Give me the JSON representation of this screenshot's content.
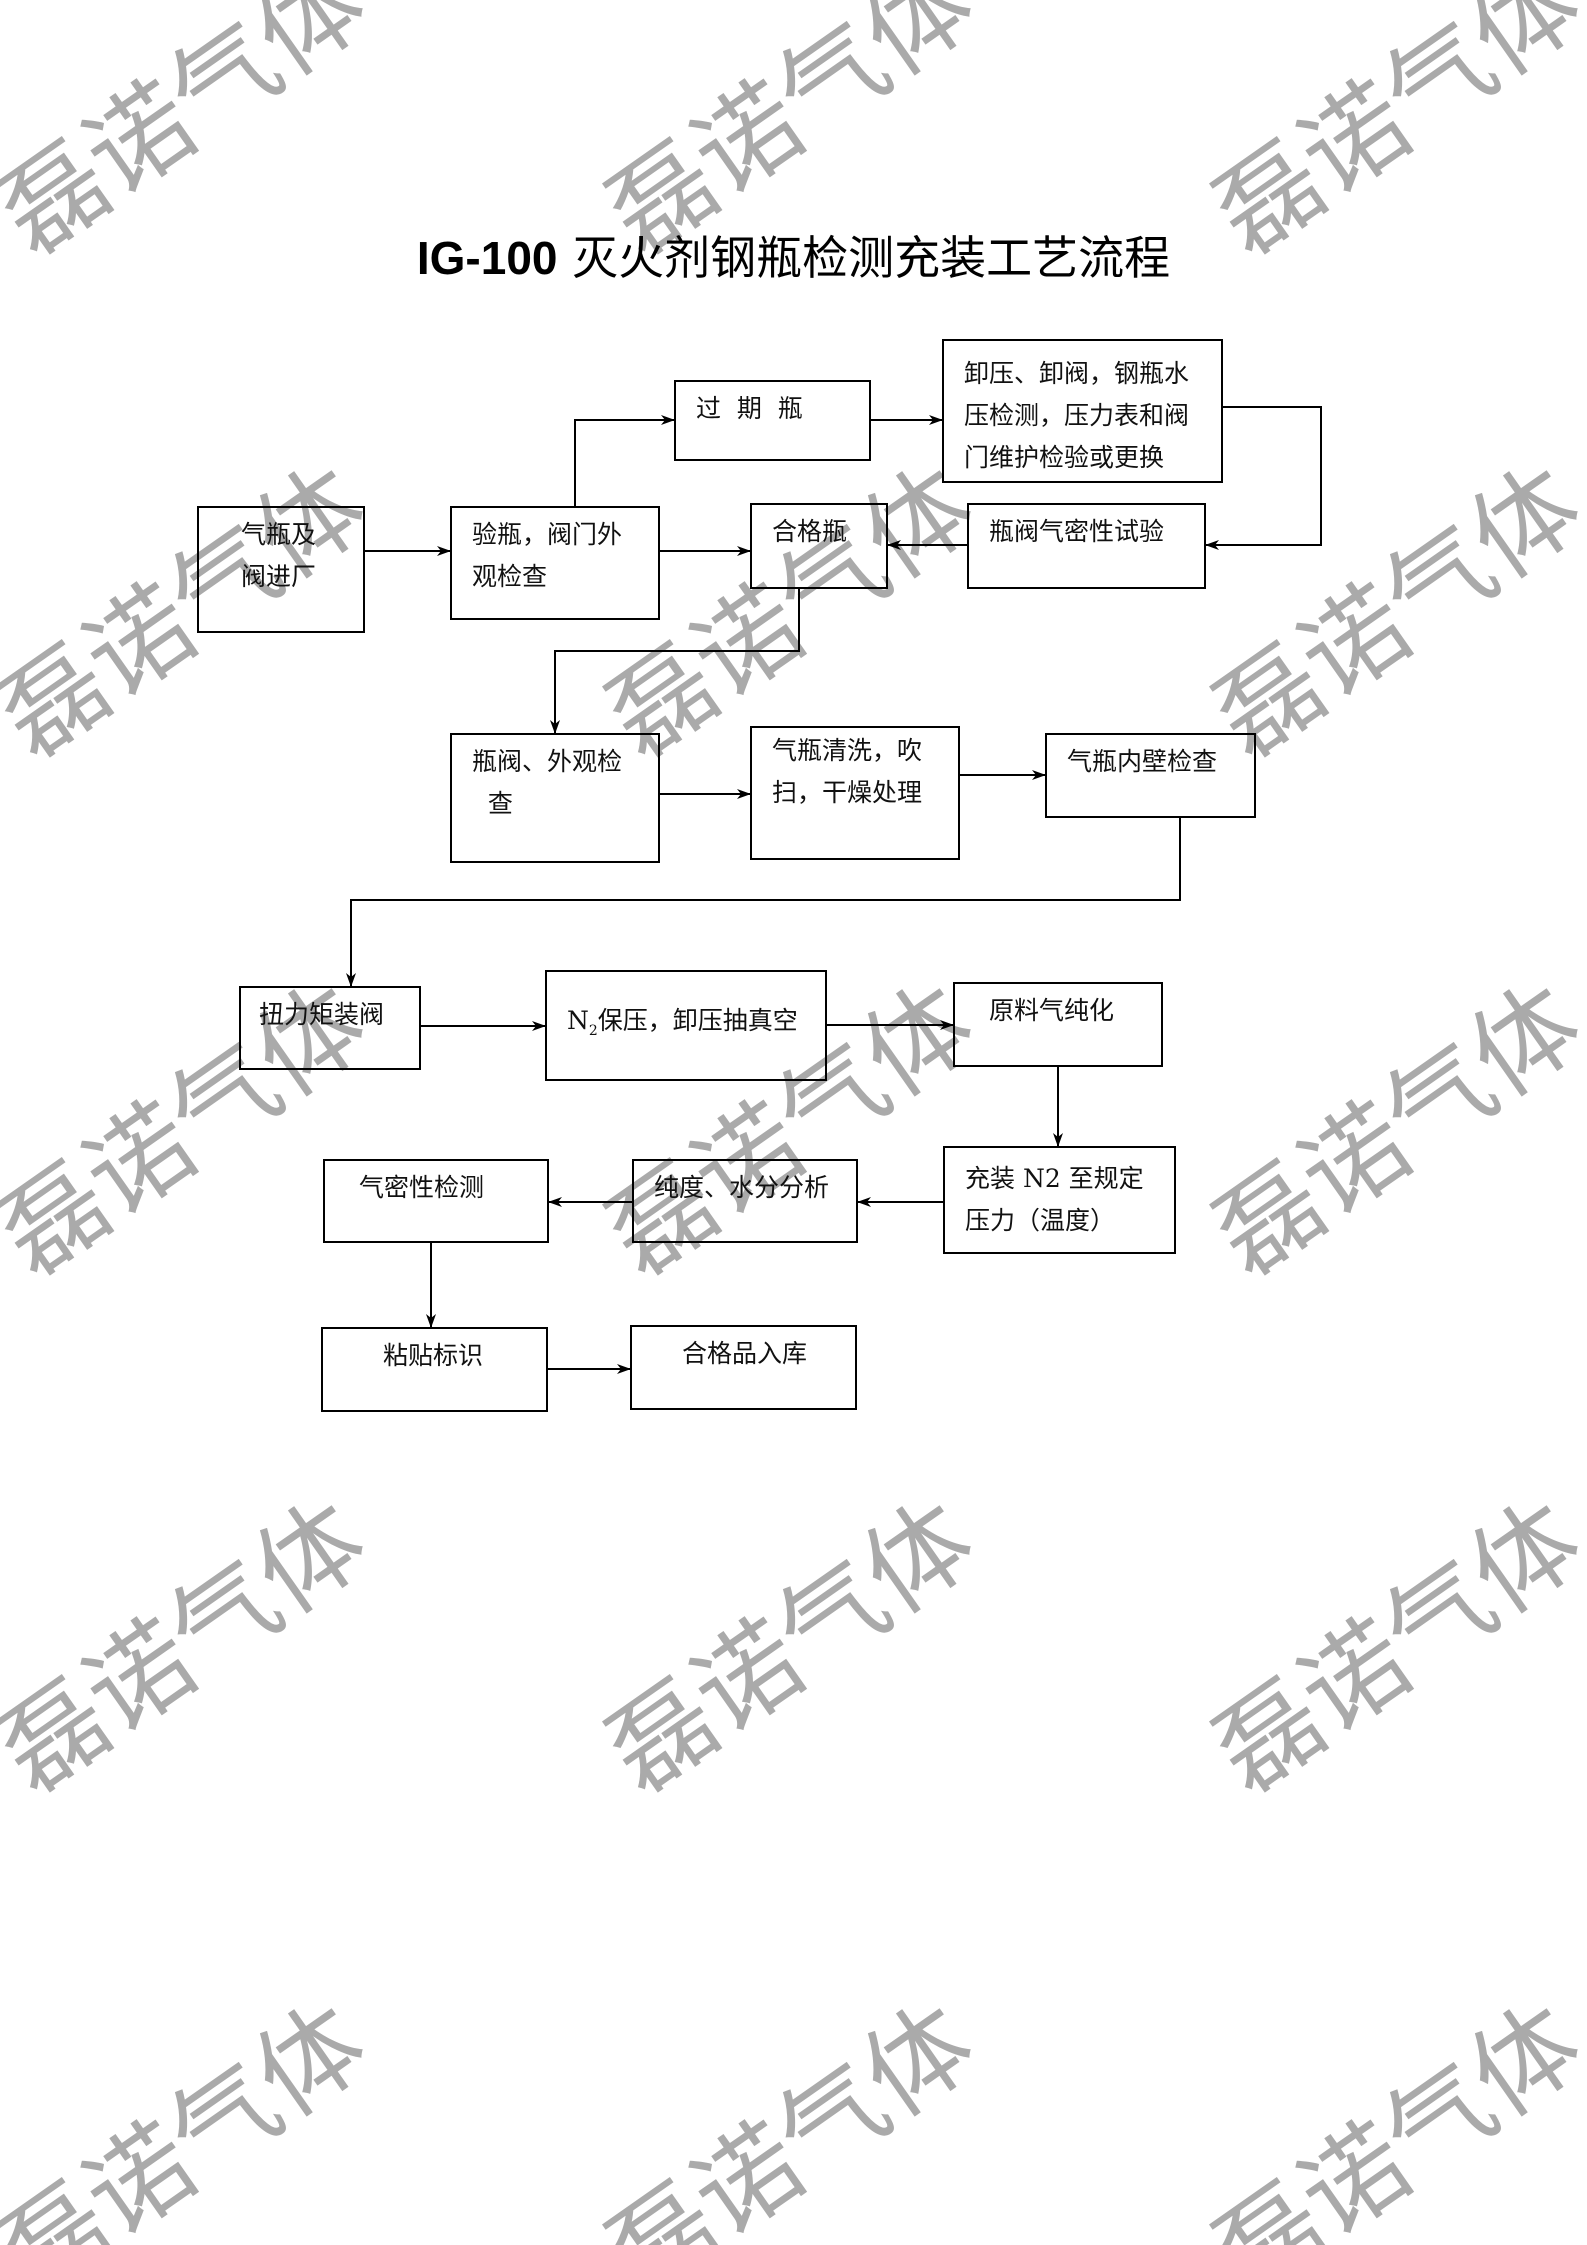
{
  "title": {
    "code": "IG-100",
    "text": " 灭火剂钢瓶检测充装工艺流程"
  },
  "watermark": "磊诺气体",
  "steps": {
    "arrival": [
      "气瓶及",
      "阀进厂"
    ],
    "inspect": [
      "验瓶，阀门外",
      "观检查"
    ],
    "expired": [
      "过  期  瓶"
    ],
    "hydro": [
      "卸压、卸阀，钢瓶水",
      "压检测，压力表和阀",
      "门维护检验或更换"
    ],
    "qualified": [
      "合格瓶"
    ],
    "valve_leak": [
      "瓶阀气密性试验"
    ],
    "valve_visual": [
      "瓶阀、外观检",
      "  查"
    ],
    "clean": [
      "气瓶清洗，吹",
      "扫，干燥处理"
    ],
    "inner_wall": [
      "气瓶内壁检查"
    ],
    "torque": [
      "扭力矩装阀"
    ],
    "n2_hold": {
      "prefix": "N",
      "sub": "2",
      "rest": "保压，卸压抽真空"
    },
    "purify": [
      "原料气纯化"
    ],
    "fill": [
      "充装 N2 至规定",
      "压力（温度）"
    ],
    "analysis": [
      "纯度、水分分析"
    ],
    "leak_test": [
      "气密性检测"
    ],
    "label": [
      "粘贴标识"
    ],
    "storage": [
      "合格品入库"
    ]
  }
}
